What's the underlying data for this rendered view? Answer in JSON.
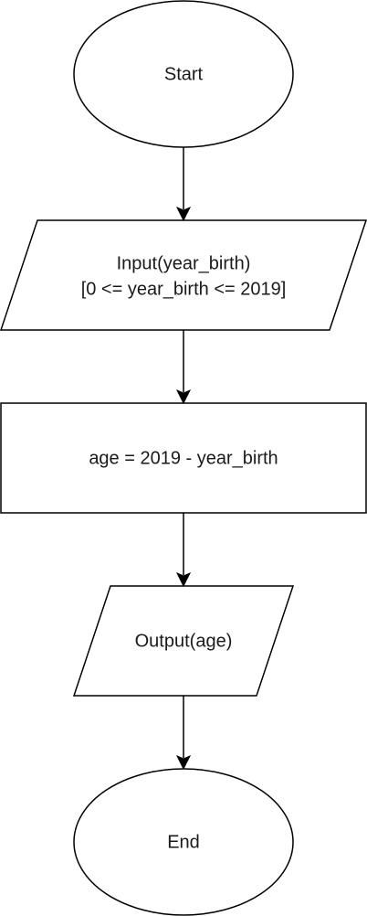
{
  "diagram": {
    "nodes": {
      "start": {
        "label": "Start"
      },
      "input": {
        "line1": "Input(year_birth)",
        "line2": "[0 <= year_birth <= 2019]"
      },
      "process": {
        "label": "age = 2019 - year_birth"
      },
      "output": {
        "label": "Output(age)"
      },
      "end": {
        "label": "End"
      }
    },
    "edges": [
      {
        "from": "start",
        "to": "input"
      },
      {
        "from": "input",
        "to": "process"
      },
      {
        "from": "process",
        "to": "output"
      },
      {
        "from": "output",
        "to": "end"
      }
    ]
  }
}
